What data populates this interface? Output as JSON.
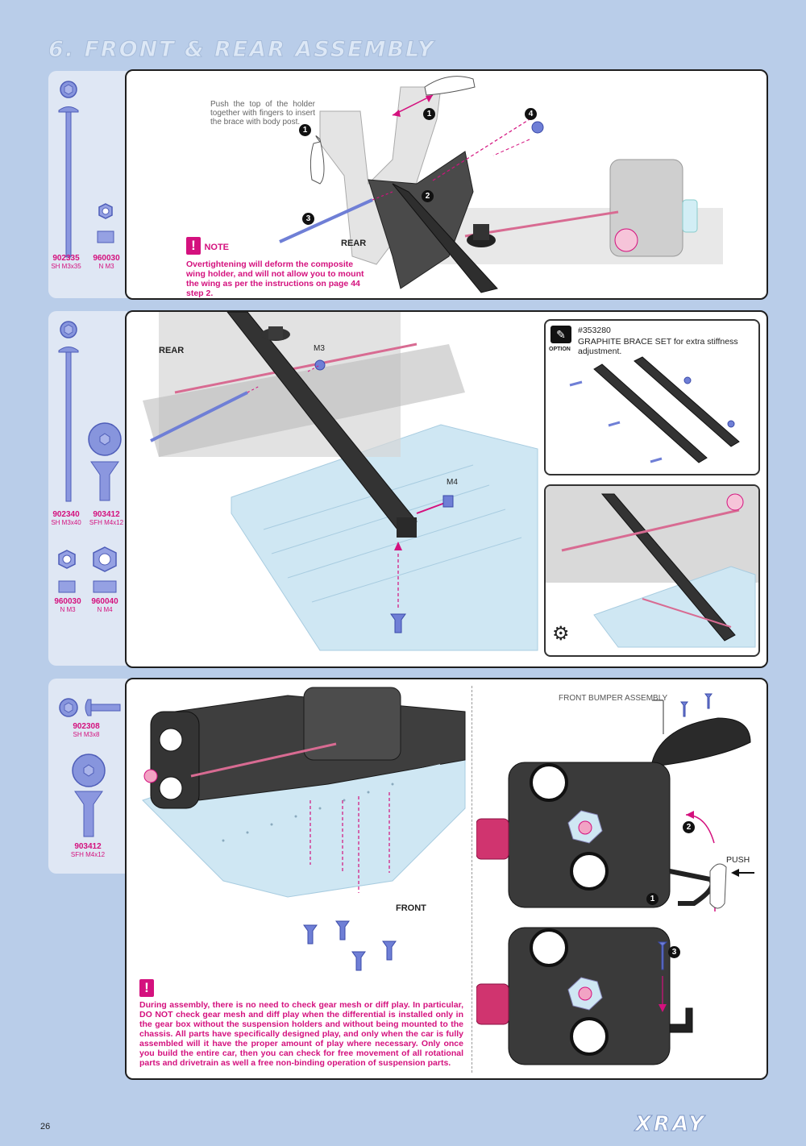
{
  "page": {
    "title": "6. FRONT & REAR ASSEMBLY",
    "page_number": "26",
    "brand": "XRAY"
  },
  "section1": {
    "parts": [
      {
        "code": "902335",
        "spec": "SH M3x35"
      },
      {
        "code": "960030",
        "spec": "N M3"
      }
    ],
    "instruction": "Push the top of the holder together with fingers to insert the brace with body post.",
    "steps": [
      "1",
      "2",
      "3",
      "4",
      "1"
    ],
    "rear_label": "REAR",
    "note_label": "NOTE",
    "note_text": "Overtightening will deform the composite wing holder, and will not allow you to mount the wing as per the instructions on page 44 step 2."
  },
  "section2": {
    "parts": [
      {
        "code": "902340",
        "spec": "SH M3x40"
      },
      {
        "code": "903412",
        "spec": "SFH M4x12"
      },
      {
        "code": "960030",
        "spec": "N M3"
      },
      {
        "code": "960040",
        "spec": "N M4"
      }
    ],
    "rear_label": "REAR",
    "callouts": {
      "m3": "M3",
      "m4": "M4"
    },
    "option": {
      "badge": "OPTION",
      "code": "#353280",
      "name": "GRAPHITE BRACE SET",
      "desc": "for extra stiffness adjustment."
    }
  },
  "section3": {
    "parts": [
      {
        "code": "902308",
        "spec": "SH M3x8"
      },
      {
        "code": "903412",
        "spec": "SFH M4x12"
      }
    ],
    "front_label": "FRONT",
    "bumper_label": "FRONT BUMPER ASSEMBLY",
    "push_label": "PUSH",
    "steps": [
      "2",
      "1",
      "3"
    ],
    "note_text": "During assembly, there is no need to check gear mesh or diff play. In particular, DO NOT check gear mesh and diff play when the differential is installed only in the gear box without the suspension holders and without being mounted to the chassis. All parts have specifically designed play, and only when the car is fully assembled will it have the proper amount of play where necessary. Only once you build the entire car, then you can check for free movement of all rotational parts and drivetrain as well a free non-binding operation of suspension parts."
  },
  "colors": {
    "accent": "#d4117e",
    "background": "#b9cde9",
    "sidebar": "#dfe7f4",
    "part_blue": "#6f7fd6",
    "plate_blue": "#cfe7f3"
  }
}
